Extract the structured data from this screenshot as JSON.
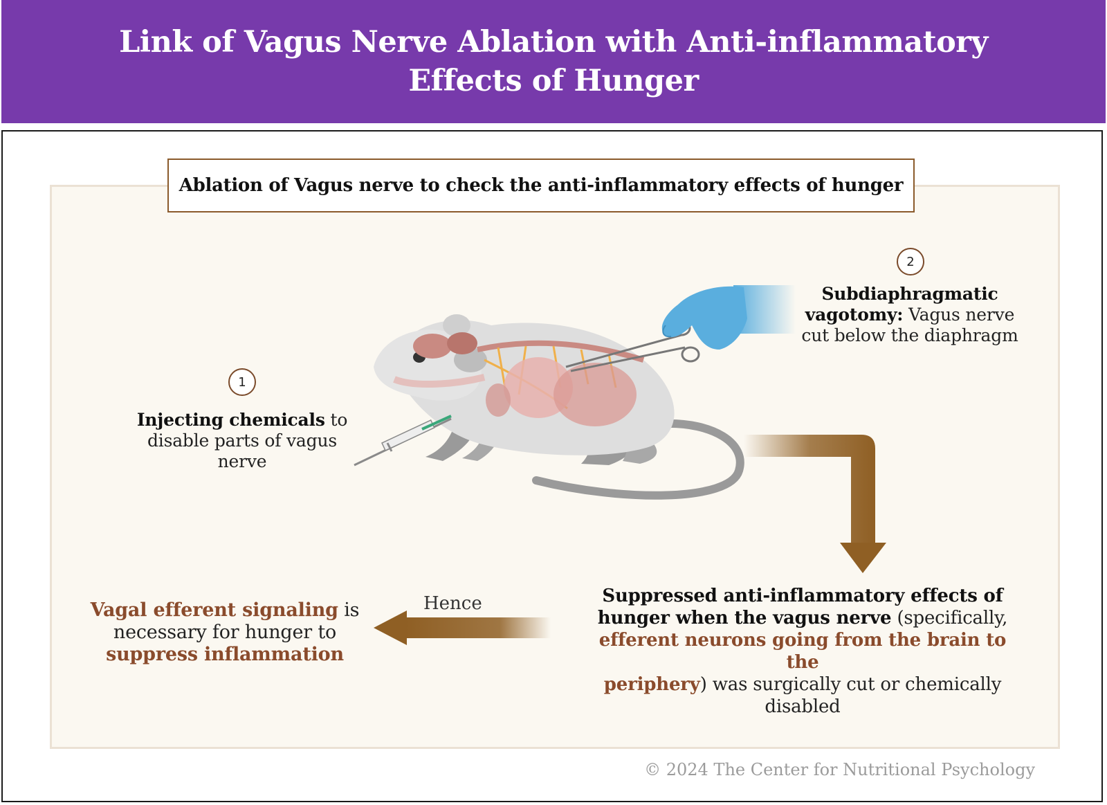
{
  "header": {
    "title_line1": "Link of Vagus Nerve Ablation with Anti-inflammatory",
    "title_line2": "Effects of Hunger"
  },
  "subtitle": "Ablation of Vagus nerve to check the anti-inflammatory effects of hunger",
  "step1": {
    "number": "1",
    "bold": "Injecting chemicals",
    "rest_1": "to",
    "line2": "disable parts of vagus",
    "line3": "nerve"
  },
  "step2": {
    "number": "2",
    "bold1": "Subdiaphragmatic",
    "bold2": "vagotomy:",
    "rest2": "Vagus nerve",
    "line3": "cut below the diaphragm"
  },
  "result": {
    "bold1": "Suppressed anti-inflammatory effects of",
    "bold2": "hunger when the vagus nerve",
    "plain2": "(specifically,",
    "brown3": "efferent neurons going from the brain to the",
    "brown4": "periphery",
    "plain4": ") was surgically cut or chemically",
    "line5": "disabled"
  },
  "arrow_label": "Hence",
  "conclusion": {
    "brown1": "Vagal efferent signaling",
    "plain1": "is",
    "line2": "necessary for hunger to",
    "brown3": "suppress inflammation"
  },
  "footer": "© 2024 The Center for Nutritional Psychology",
  "colors": {
    "header_bg": "#773aab",
    "accent_brown": "#8a4b2c",
    "arrow_brown": "#8f5f24",
    "panel_bg": "#fbf8f1",
    "glove": "#5aaede"
  },
  "icons": [
    "mouse-illustration",
    "glove-hand-icon",
    "forceps-icon",
    "syringe-icon",
    "down-arrow-icon",
    "left-arrow-icon"
  ]
}
